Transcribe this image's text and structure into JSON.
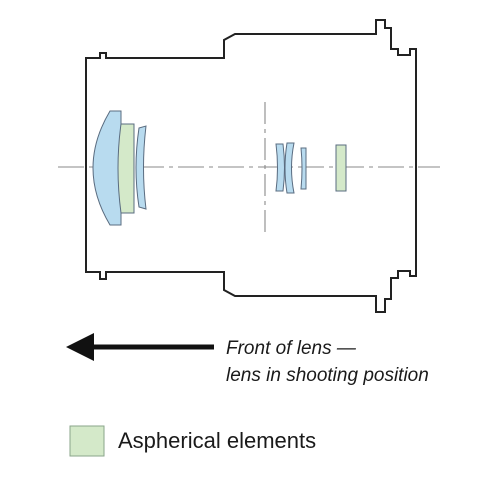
{
  "caption": {
    "line1": "Front of lens —",
    "line2": "lens in shooting position"
  },
  "legend": {
    "label": "Aspherical elements"
  },
  "colors": {
    "spherical_element": "#b8dbef",
    "aspherical_element": "#d4e9c9",
    "outline": "#222222",
    "element_stroke": "#5a6c80",
    "axis_line": "#888888",
    "arrow": "#111111"
  },
  "icons": {
    "direction": "left-arrow-icon"
  }
}
